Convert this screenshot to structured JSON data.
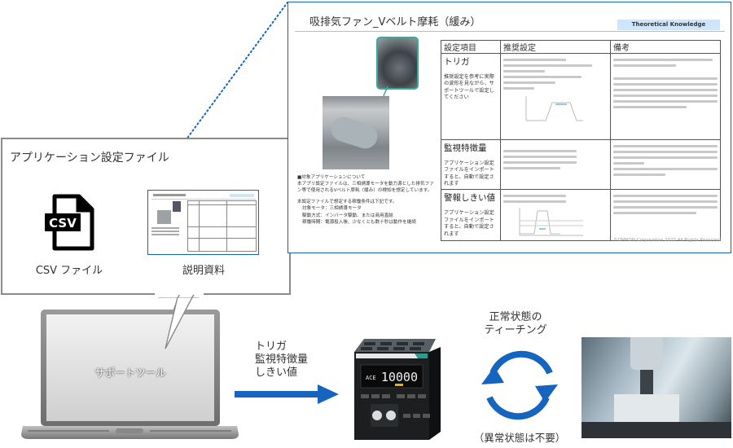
{
  "file_group": {
    "title": "アプリケーション設定ファイル",
    "csv": {
      "icon": "csv-file-icon",
      "badge": "CSV",
      "label": "CSV ファイル"
    },
    "doc": {
      "label": "説明資料"
    }
  },
  "document": {
    "title": "吸排気ファン_Vベルト摩耗（緩み）",
    "badge": "Theoretical  Knowledge",
    "copyright": "©OMRON Corporation 2023 All Rights Reserved",
    "app_description": {
      "heading": "■対象アプリケーションについて",
      "body": "本アプリ設定ファイルは、三相誘導モータを動力源とした排気ファン等で使用されるVベルト摩耗（緩み）の検知を想定しています。",
      "conditions_intro": "本設定ファイルで想定する稼働条件は下記です。",
      "conditions": [
        "対象モータ：三相誘導モータ",
        "駆動方式：インバータ駆動、または商用直結",
        "稼働時間：電源投入後、少なくとも数十秒は動作を継続"
      ]
    },
    "table": {
      "headers": [
        "設定項目",
        "推奨設定",
        "備考"
      ],
      "rows": [
        {
          "item": "トリガ",
          "note": "推奨設定を参考に実際の波形を見ながら、サポートツールで設定してください"
        },
        {
          "item": "監視特徴量",
          "note": "アプリケーション設定ファイルをインポートすると、自動で設定されます"
        },
        {
          "item": "警報しきい値",
          "note": "アプリケーション設定ファイルをインポートすると、自動で設定されます"
        }
      ]
    }
  },
  "laptop": {
    "screen_label": "サポートツール"
  },
  "transfer": {
    "lines": [
      "トリガ",
      "監視特徴量",
      "しきい値"
    ]
  },
  "device": {
    "display_left": "ACE",
    "display_value": "10000"
  },
  "teaching": {
    "top_lines": [
      "正常状態の",
      "ティーチング"
    ],
    "bottom": "（異常状態は不要）"
  },
  "colors": {
    "accent_blue": "#1565c0",
    "badge_bg": "#cfe6fa",
    "frame_gray": "#8a8a8a",
    "inset_teal": "#3aa89a"
  }
}
